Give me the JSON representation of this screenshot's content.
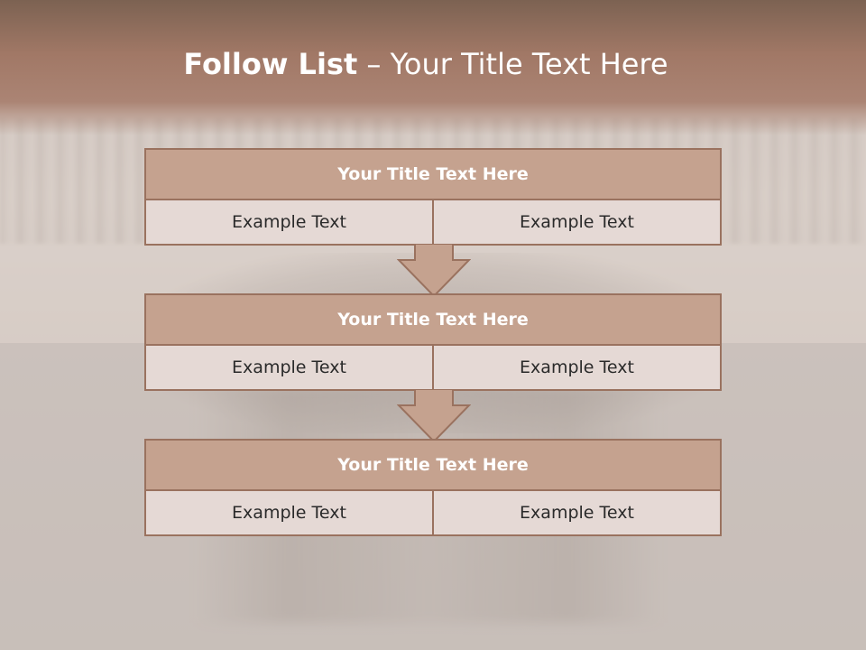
{
  "slide": {
    "title_bold": "Follow List",
    "title_rest": " – Your Title Text Here",
    "blocks": [
      {
        "heading": "Your Title Text Here",
        "left": "Example Text",
        "right": "Example Text"
      },
      {
        "heading": "Your Title Text Here",
        "left": "Example Text",
        "right": "Example Text"
      },
      {
        "heading": "Your Title Text Here",
        "left": "Example Text",
        "right": "Example Text"
      }
    ]
  },
  "colors": {
    "header": "#a17866",
    "block_header": "#c5a28f",
    "block_border": "#9a725f",
    "cell_background": "#e5d9d5",
    "arrow_fill": "#c5a28f"
  }
}
